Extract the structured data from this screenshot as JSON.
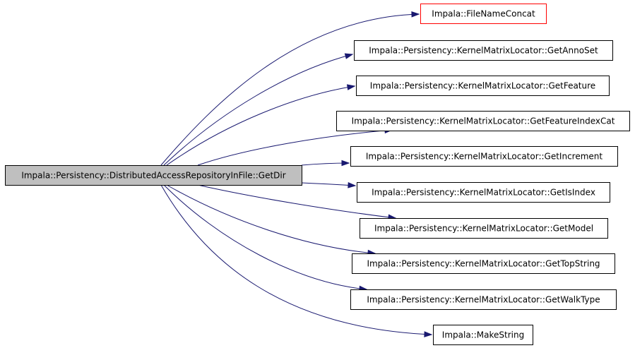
{
  "graph": {
    "source": {
      "label": "Impala::Persistency::DistributedAccessRepositoryInFile::GetDir",
      "fill": "#bfbfbf",
      "border": "#000000"
    },
    "targets": [
      {
        "id": "filenameconcat",
        "label": "Impala::FileNameConcat",
        "border": "#ff0000"
      },
      {
        "id": "getannoset",
        "label": "Impala::Persistency::KernelMatrixLocator::GetAnnoSet",
        "border": "#000000"
      },
      {
        "id": "getfeature",
        "label": "Impala::Persistency::KernelMatrixLocator::GetFeature",
        "border": "#000000"
      },
      {
        "id": "getfeatureindexcat",
        "label": "Impala::Persistency::KernelMatrixLocator::GetFeatureIndexCat",
        "border": "#000000"
      },
      {
        "id": "getincrement",
        "label": "Impala::Persistency::KernelMatrixLocator::GetIncrement",
        "border": "#000000"
      },
      {
        "id": "getisindex",
        "label": "Impala::Persistency::KernelMatrixLocator::GetIsIndex",
        "border": "#000000"
      },
      {
        "id": "getmodel",
        "label": "Impala::Persistency::KernelMatrixLocator::GetModel",
        "border": "#000000"
      },
      {
        "id": "gettopstring",
        "label": "Impala::Persistency::KernelMatrixLocator::GetTopString",
        "border": "#000000"
      },
      {
        "id": "getwalktype",
        "label": "Impala::Persistency::KernelMatrixLocator::GetWalkType",
        "border": "#000000"
      },
      {
        "id": "makestring",
        "label": "Impala::MakeString",
        "border": "#000000"
      }
    ],
    "edge_color": "#191970"
  }
}
